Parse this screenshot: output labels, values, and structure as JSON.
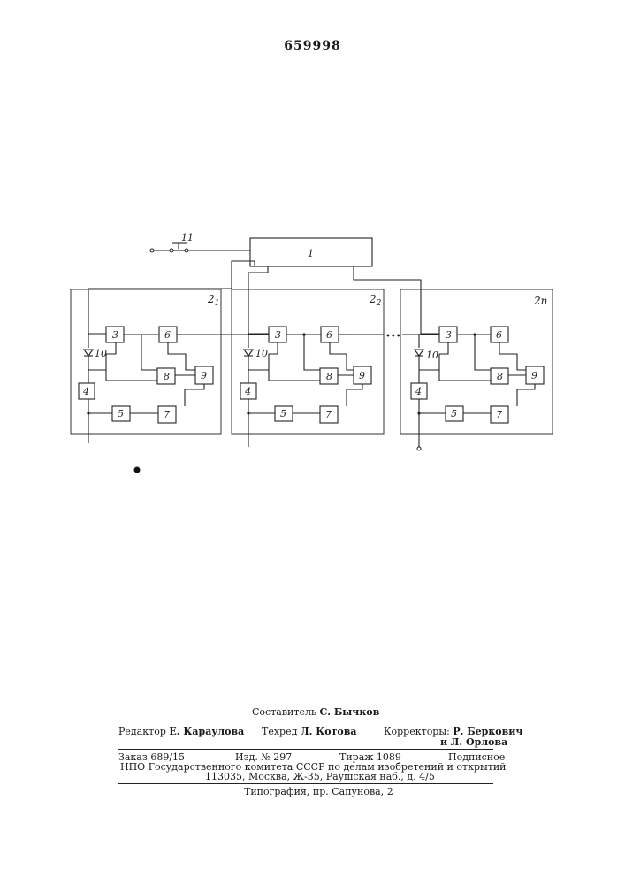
{
  "page_number": "659998",
  "diagram": {
    "main_block": "1",
    "switch": "11",
    "units": [
      {
        "title": "2",
        "sub": "1"
      },
      {
        "title": "2",
        "sub": "2"
      },
      {
        "title": "2",
        "sub": "n"
      }
    ],
    "block_labels": {
      "b3": "3",
      "b4": "4",
      "b5": "5",
      "b6": "6",
      "b7": "7",
      "b8": "8",
      "b9": "9",
      "diode": "10"
    },
    "ellipsis": "•••"
  },
  "credits": {
    "compiler_prefix": "Составитель",
    "compiler": "С. Бычков",
    "editor_prefix": "Редактор",
    "editor": "Е. Караулова",
    "techred_prefix": "Техред",
    "techred": "Л. Котова",
    "correctors_prefix": "Корректоры:",
    "corrector1": "Р. Беркович",
    "corrector2_prefix": "и",
    "corrector2": "Л. Орлова",
    "order": "Заказ 689/15",
    "edition": "Изд. № 297",
    "circulation": "Тираж 1089",
    "subscription": "Подписное",
    "org": "НПО Государственного комитета СССР по делам изобретений и открытий",
    "address": "113035, Москва, Ж-35, Раушская наб., д. 4/5",
    "printing": "Типография, пр. Сапунова, 2"
  }
}
